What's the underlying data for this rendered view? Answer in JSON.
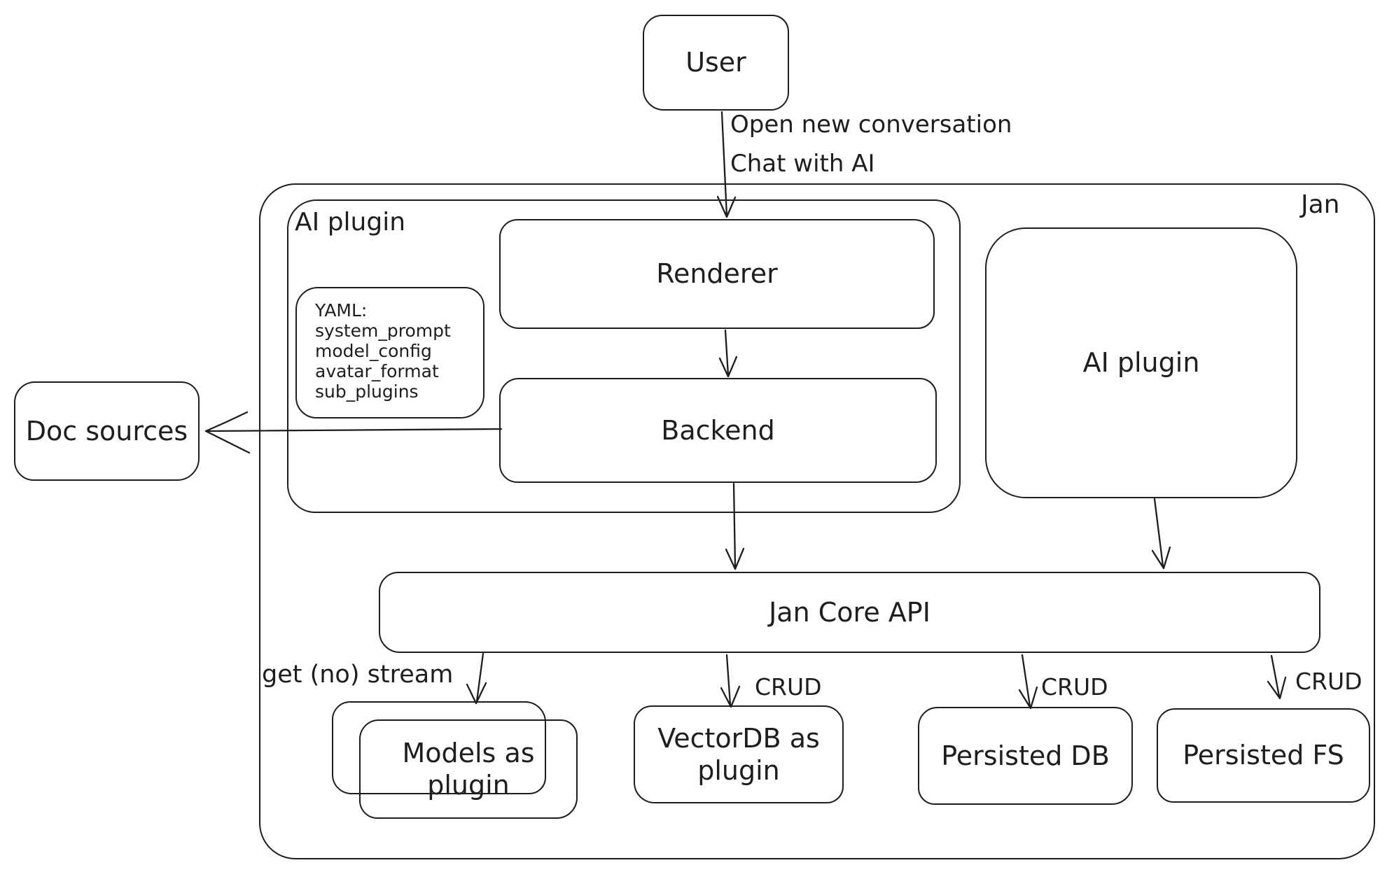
{
  "colors": {
    "stroke": "#1e1e1e",
    "background": "#ffffff"
  },
  "nodes": {
    "user": {
      "label": "User"
    },
    "jan_container": {
      "label": "Jan"
    },
    "ai_plugin_left": {
      "label": "AI plugin"
    },
    "renderer": {
      "label": "Renderer"
    },
    "backend": {
      "label": "Backend"
    },
    "yaml_note": {
      "lines": [
        "YAML:",
        "system_prompt",
        "model_config",
        "avatar_format",
        "sub_plugins"
      ]
    },
    "ai_plugin_right": {
      "label": "AI plugin"
    },
    "doc_sources": {
      "label": "Doc sources"
    },
    "jan_core_api": {
      "label": "Jan Core API"
    },
    "models_as_plugin": {
      "label": "Models as plugin"
    },
    "vectordb_as_plugin": {
      "label": "VectorDB as plugin"
    },
    "persisted_db": {
      "label": "Persisted DB"
    },
    "persisted_fs": {
      "label": "Persisted FS"
    }
  },
  "edge_labels": {
    "user_to_renderer": [
      "Open new conversation",
      "Chat with AI"
    ],
    "jan_core_to_models": "get (no) stream",
    "jan_core_to_vectordb": "CRUD",
    "jan_core_to_persisted_db": "CRUD",
    "jan_core_to_persisted_fs": "CRUD"
  }
}
